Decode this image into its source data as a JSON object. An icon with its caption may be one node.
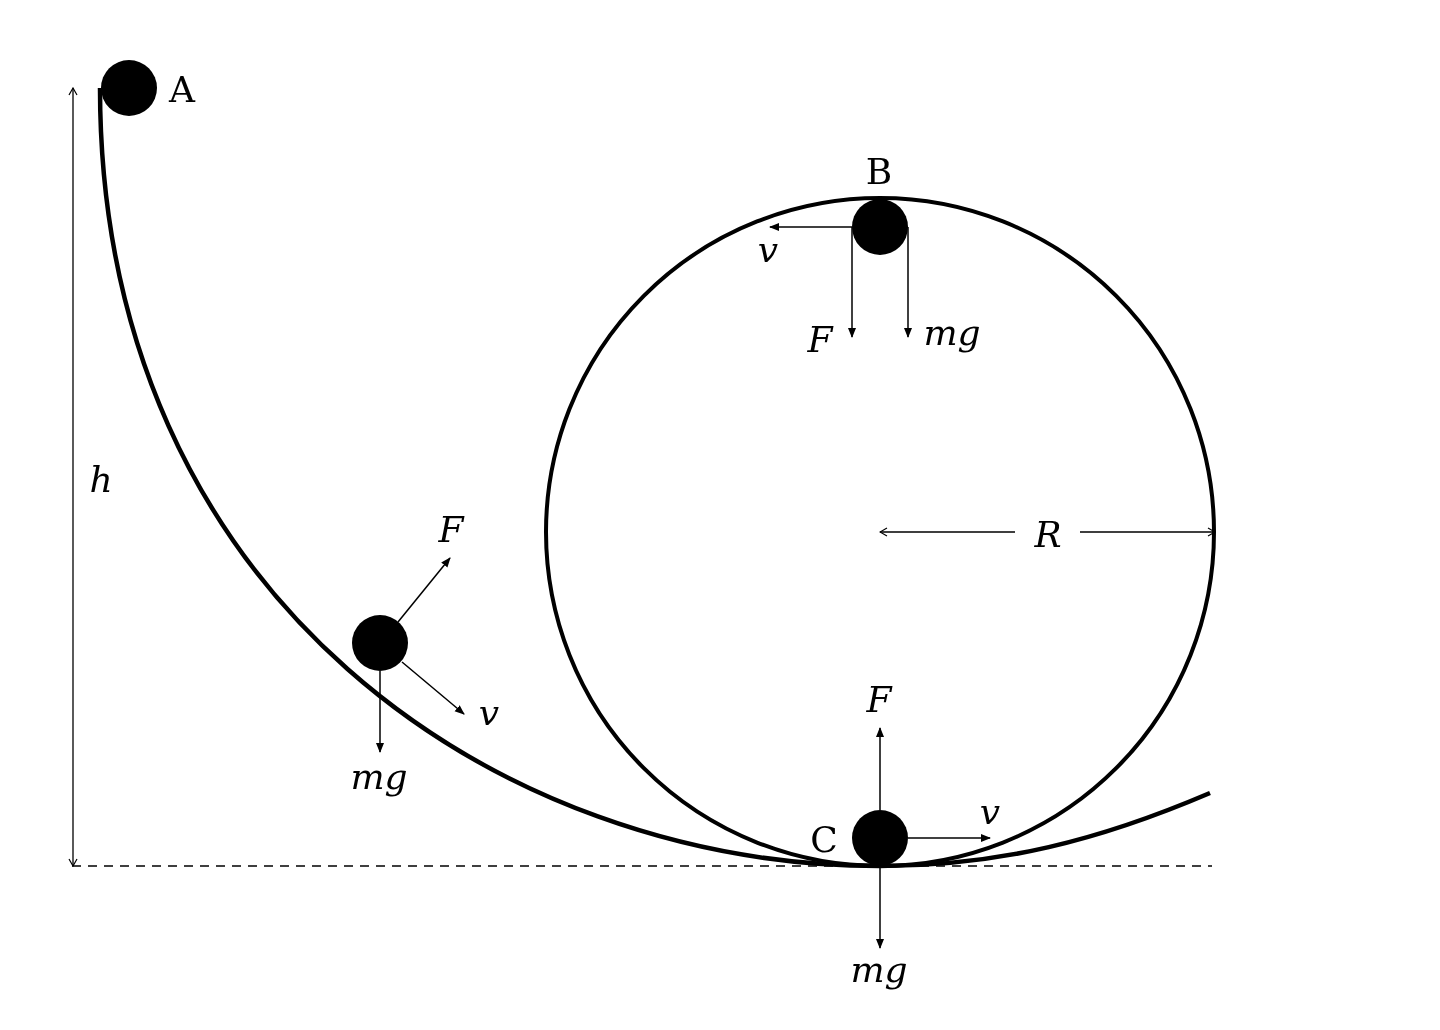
{
  "diagram": {
    "labels": [
      "A",
      "B",
      "v",
      "mg",
      "F",
      "h",
      "F",
      "R",
      "F",
      "v",
      "mg",
      "v",
      "C",
      "mg"
    ]
  }
}
